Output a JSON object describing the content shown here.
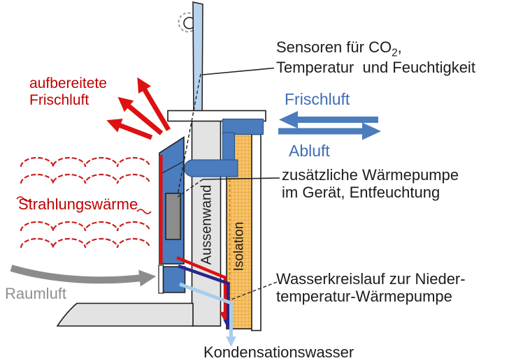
{
  "diagram": {
    "title": "Fassadenlueftungsgeraet Funktionsschema",
    "labels": {
      "sensors_line1_pre": "Sensoren für CO",
      "sensors_sub": "2",
      "sensors_line1_post": ",",
      "sensors_line2": "Temperatur  und Feuchtigkeit",
      "fresh_air_in": "Frischluft",
      "exhaust_air": "Abluft",
      "heatpump_line1": "zusätzliche Wärmepumpe",
      "heatpump_line2": "im Gerät, Entfeuchtung",
      "water_line1": "Wasserkreislauf zur Nieder-",
      "water_line2": "temperatur-Wärmepumpe",
      "condensate": "Kondensationswasser",
      "supply_line1": "aufbereitete",
      "supply_line2": "Frischluft",
      "radiant_heat": "Strahlungswärme",
      "room_air": "Raumluft",
      "outer_wall": "Aussenwand",
      "insulation": "Isolation"
    },
    "colors": {
      "red": "#dd1111",
      "red_text": "#c00000",
      "blue": "#4a7cbe",
      "blue_dark_edge": "#2a5591",
      "blue_text": "#3e6db5",
      "light_blue_pipe": "#a9cdec",
      "pole_blue": "#b9d3ee",
      "navy_pipe": "#26268c",
      "gray_arrow": "#8c8c8c",
      "gray_text": "#8f8f8f",
      "wall_gray": "#e3e3e3",
      "unit_box_gray": "#8c8c8c",
      "insulation_orange": "#fac365",
      "insulation_grid": "#d89b3f"
    },
    "icons": [
      "supply-air-arrows-icon",
      "fresh-air-arrow-icon",
      "exhaust-air-arrow-icon",
      "room-air-arrow-icon",
      "radiant-heat-waves-icon",
      "condensate-arrow-icon"
    ]
  }
}
